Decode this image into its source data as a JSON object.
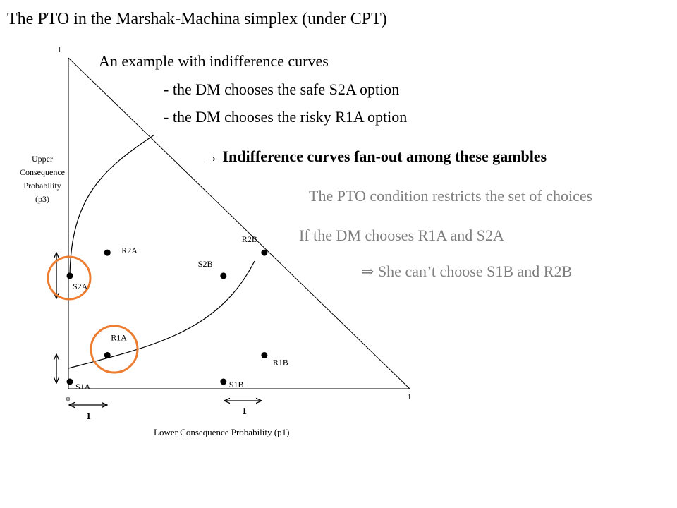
{
  "title": "The PTO in the Marshak-Machina simplex (under CPT)",
  "subtitle": "An example with indifference curves",
  "bullet_safe": "- the DM chooses the safe S2A option",
  "bullet_risky": "- the DM chooses the risky R1A option",
  "conclusion": {
    "arrow": "→",
    "text": "Indifference curves fan-out among these gambles"
  },
  "pto_restriction": "The PTO condition restricts the set of choices",
  "if_chooses": "If the DM chooses R1A and S2A",
  "implication": {
    "arrow": "⇒",
    "text": "She can’t choose S1B and R2B"
  },
  "axes": {
    "y_label_lines": [
      "Upper",
      "Consequence",
      "Probability",
      "(p3)"
    ],
    "x_label": "Lower Consequence Probability  (p1)",
    "origin": "0",
    "y_max": "1",
    "x_max": "1"
  },
  "points": [
    {
      "label": "S1A",
      "p1": 0.0,
      "p3": 0.0
    },
    {
      "label": "S2A",
      "p1": 0.0,
      "p3": 0.32
    },
    {
      "label": "R1A",
      "p1": 0.11,
      "p3": 0.08
    },
    {
      "label": "R2A",
      "p1": 0.11,
      "p3": 0.39
    },
    {
      "label": "S1B",
      "p1": 0.45,
      "p3": 0.0
    },
    {
      "label": "S2B",
      "p1": 0.45,
      "p3": 0.32
    },
    {
      "label": "R1B",
      "p1": 0.57,
      "p3": 0.08
    },
    {
      "label": "R2B",
      "p1": 0.57,
      "p3": 0.39
    }
  ],
  "unit_markers": {
    "left": "1",
    "right": "1"
  },
  "colors": {
    "highlight_circle": "#ED7D31",
    "gray_text": "#7F7F7F"
  }
}
